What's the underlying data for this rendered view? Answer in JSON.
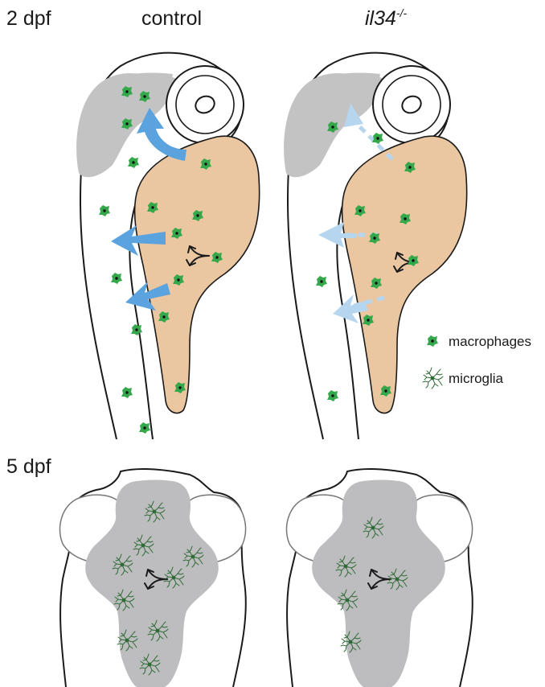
{
  "labels": {
    "stage_top": "2 dpf",
    "stage_bottom": "5 dpf",
    "column_control": "control",
    "column_mutant_gene": "il34",
    "column_mutant_sup": "-/-"
  },
  "legend": {
    "macrophages": "macrophages",
    "microglia": "microglia"
  },
  "colors": {
    "yolk": "#eac6a1",
    "brain": "#c3c3c4",
    "macrophage": "#35a84c",
    "microglia": "#2e6b35",
    "arrow_strong": "#5aa3df",
    "arrow_faint": "#b6d6f0"
  },
  "icons": {
    "macrophage": "macrophage-cell-icon",
    "microglia": "microglia-cell-icon",
    "migration_arrow": "arrow-icon"
  }
}
